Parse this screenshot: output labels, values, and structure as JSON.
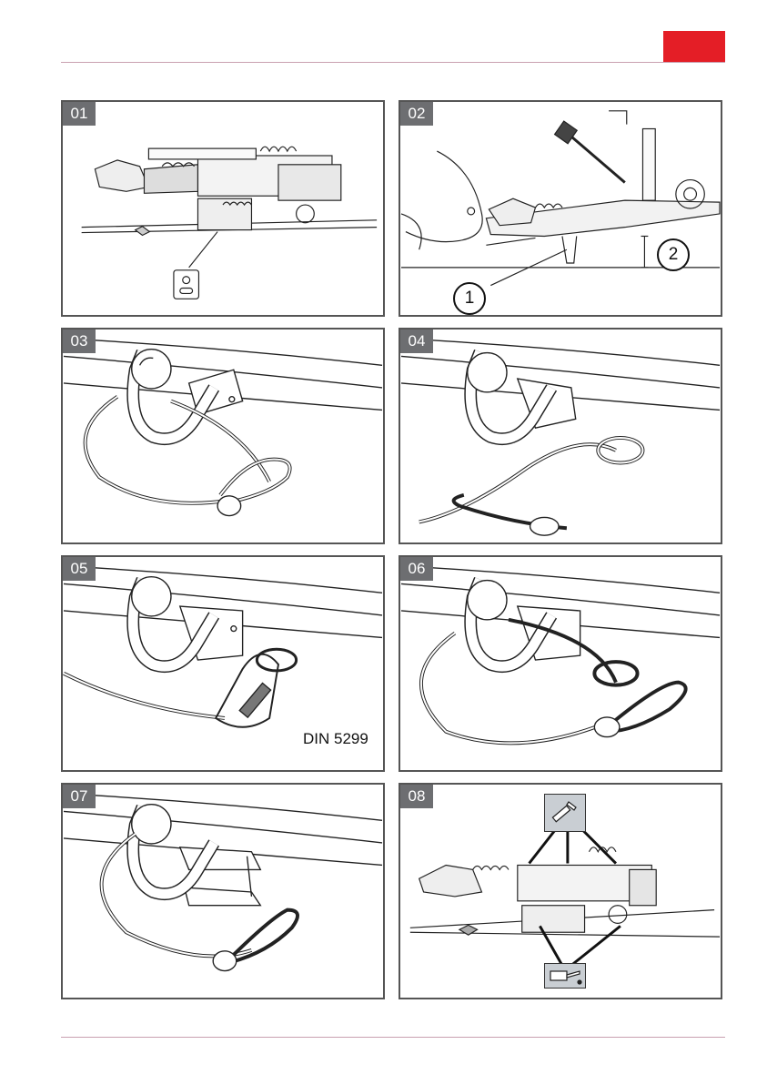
{
  "colors": {
    "accent": "#e41e26",
    "rule": "#c9a0b0",
    "badge": "#6d6e71",
    "frame": "#555555"
  },
  "panels": [
    {
      "number": "01",
      "icon": "coupling-assembly-illustration"
    },
    {
      "number": "02",
      "icon": "trailer-height-illustration",
      "callouts": [
        "1",
        "2"
      ]
    },
    {
      "number": "03",
      "icon": "breakaway-cable-loop-illustration"
    },
    {
      "number": "04",
      "icon": "breakaway-cable-loop-illustration"
    },
    {
      "number": "05",
      "icon": "breakaway-cable-carabiner-illustration",
      "label": "DIN 5299"
    },
    {
      "number": "06",
      "icon": "breakaway-cable-loop-illustration"
    },
    {
      "number": "07",
      "icon": "breakaway-cable-bracket-illustration"
    },
    {
      "number": "08",
      "icon": "lubrication-points-illustration"
    }
  ]
}
